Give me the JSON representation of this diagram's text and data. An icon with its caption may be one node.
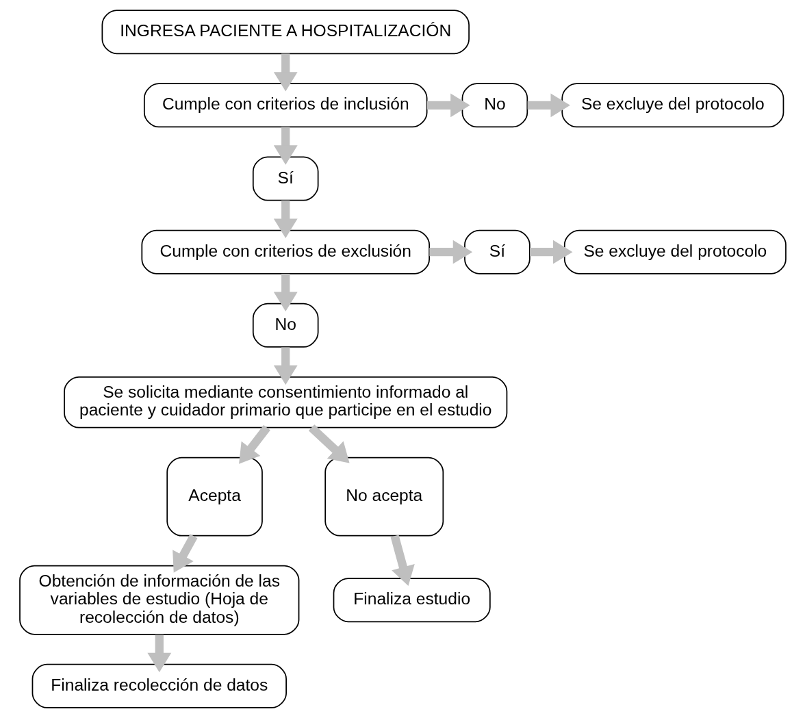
{
  "diagram": {
    "nodes": [
      {
        "text": [
          "INGRESA PACIENTE A HOSPITALIZACIÓN"
        ]
      },
      {
        "text": [
          "Cumple con criterios de inclusión"
        ]
      },
      {
        "text": [
          "No"
        ]
      },
      {
        "text": [
          "Se excluye del protocolo"
        ]
      },
      {
        "text": [
          "Sí"
        ]
      },
      {
        "text": [
          "Cumple con criterios de exclusión"
        ]
      },
      {
        "text": [
          "Sí"
        ]
      },
      {
        "text": [
          "Se excluye del protocolo"
        ]
      },
      {
        "text": [
          "No"
        ]
      },
      {
        "text": [
          "Se solicita mediante consentimiento informado al paciente y cuidador primario que participe en el estudio"
        ]
      },
      {
        "text": [
          "Acepta"
        ]
      },
      {
        "text": [
          "No acepta"
        ]
      },
      {
        "text": [
          "Obtención de información de las variables de estudio (Hoja de recolección de datos)"
        ]
      },
      {
        "text": [
          "Finaliza estudio"
        ]
      },
      {
        "text": [
          "Finaliza recolección de datos"
        ]
      }
    ],
    "edges": [
      {
        "from": 0,
        "to": 1,
        "arrow": "to"
      },
      {
        "from": 1,
        "to": 2,
        "arrow": "to"
      },
      {
        "from": 2,
        "to": 3,
        "arrow": "to"
      },
      {
        "from": 1,
        "to": 4,
        "arrow": "to"
      },
      {
        "from": 4,
        "to": 5,
        "arrow": "to"
      },
      {
        "from": 5,
        "to": 6,
        "arrow": "to"
      },
      {
        "from": 6,
        "to": 7,
        "arrow": "to"
      },
      {
        "from": 5,
        "to": 8,
        "arrow": "to"
      },
      {
        "from": 8,
        "to": 9,
        "arrow": "to"
      },
      {
        "from": 9,
        "to": 10,
        "arrow": "to"
      },
      {
        "from": 9,
        "to": 11,
        "arrow": "to"
      },
      {
        "from": 10,
        "to": 12,
        "arrow": "to"
      },
      {
        "from": 11,
        "to": 13,
        "arrow": "to"
      },
      {
        "from": 12,
        "to": 14,
        "arrow": "to"
      }
    ]
  }
}
